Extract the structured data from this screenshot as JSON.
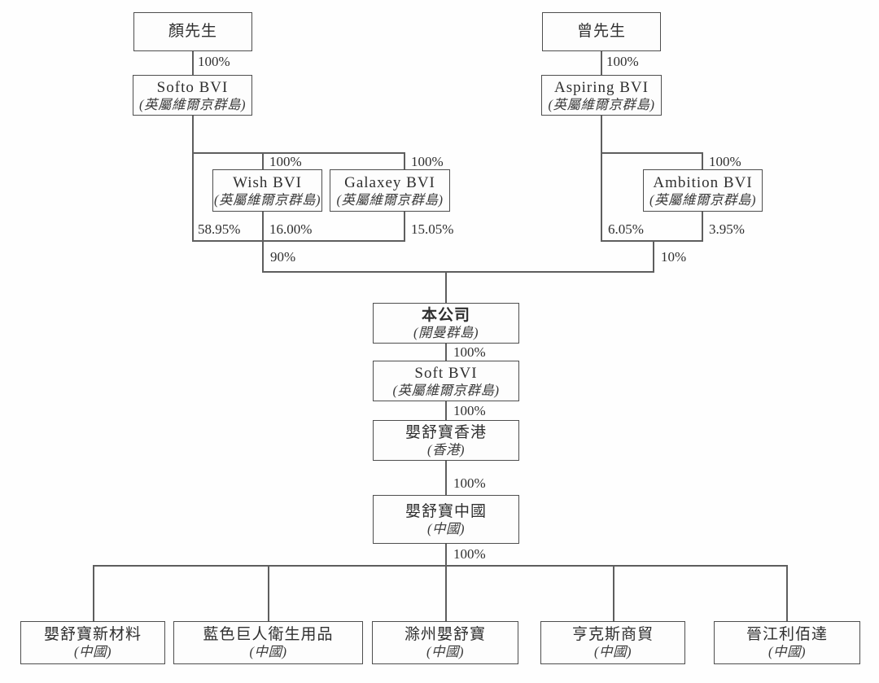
{
  "diagram": {
    "nodes": {
      "mr_yan": {
        "title": "顏先生"
      },
      "softo_bvi": {
        "title": "Softo BVI",
        "subtitle": "(英屬維爾京群島)"
      },
      "mr_zeng": {
        "title": "曾先生"
      },
      "aspiring_bvi": {
        "title": "Aspiring BVI",
        "subtitle": "(英屬維爾京群島)"
      },
      "wish_bvi": {
        "title": "Wish BVI",
        "subtitle": "(英屬維爾京群島)"
      },
      "galaxey_bvi": {
        "title": "Galaxey BVI",
        "subtitle": "(英屬維爾京群島)"
      },
      "ambition_bvi": {
        "title": "Ambition BVI",
        "subtitle": "(英屬維爾京群島)"
      },
      "company": {
        "title": "本公司",
        "subtitle": "(開曼群島)"
      },
      "soft_bvi": {
        "title": "Soft BVI",
        "subtitle": "(英屬維爾京群島)"
      },
      "ysb_hk": {
        "title": "嬰舒寶香港",
        "subtitle": "(香港)"
      },
      "ysb_cn": {
        "title": "嬰舒寶中國",
        "subtitle": "(中國)"
      },
      "sub_new_material": {
        "title": "嬰舒寶新材料",
        "subtitle": "(中國)"
      },
      "sub_blue_giant": {
        "title": "藍色巨人衛生用品",
        "subtitle": "(中國)"
      },
      "sub_chuzhou": {
        "title": "滁州嬰舒寶",
        "subtitle": "(中國)"
      },
      "sub_hengkesi": {
        "title": "亨克斯商貿",
        "subtitle": "(中國)"
      },
      "sub_jinjiang": {
        "title": "晉江利佰達",
        "subtitle": "(中國)"
      }
    },
    "ownership_labels": {
      "yan_to_softo": "100%",
      "zeng_to_aspiring": "100%",
      "softo_to_wish": "100%",
      "softo_to_galaxey": "100%",
      "aspiring_to_ambition": "100%",
      "softo_direct": "58.95%",
      "wish_to_company": "16.00%",
      "galaxey_to_company": "15.05%",
      "aspiring_direct": "6.05%",
      "ambition_to_company": "3.95%",
      "left_group": "90%",
      "right_group": "10%",
      "company_to_soft": "100%",
      "soft_to_hk": "100%",
      "hk_to_cn": "100%",
      "cn_to_subs": "100%"
    },
    "colors": {
      "border": "#4e4e4e",
      "line": "#5e5e5e",
      "text": "#2f2f2f",
      "background": "#fefefe"
    }
  }
}
